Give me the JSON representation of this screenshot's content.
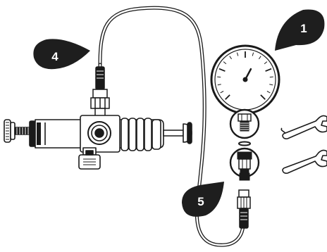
{
  "callouts": [
    {
      "id": "1",
      "label": "1",
      "part": "pressure-gauge"
    },
    {
      "id": "4",
      "label": "4",
      "part": "test-hose"
    },
    {
      "id": "5",
      "label": "5",
      "part": "hose-connector"
    }
  ],
  "parts": {
    "hand_pump": {
      "icon": "hand-pump-icon"
    },
    "gauge": {
      "icon": "pressure-gauge-icon"
    },
    "gauge_adapter": {
      "icon": "gauge-adapter-icon"
    },
    "seal_ring": {
      "icon": "seal-ring-icon"
    },
    "coupling_adapter": {
      "icon": "coupling-adapter-icon"
    },
    "wrench_top": {
      "icon": "open-end-wrench-icon"
    },
    "wrench_bottom": {
      "icon": "open-end-wrench-icon"
    },
    "hose": {
      "icon": "hose-icon"
    },
    "hose_connector": {
      "icon": "hose-connector-icon"
    }
  },
  "colors": {
    "ink": "#1a1a1a",
    "callout_fill": "#1e1e1e",
    "callout_text": "#ffffff",
    "background": "#ffffff"
  }
}
